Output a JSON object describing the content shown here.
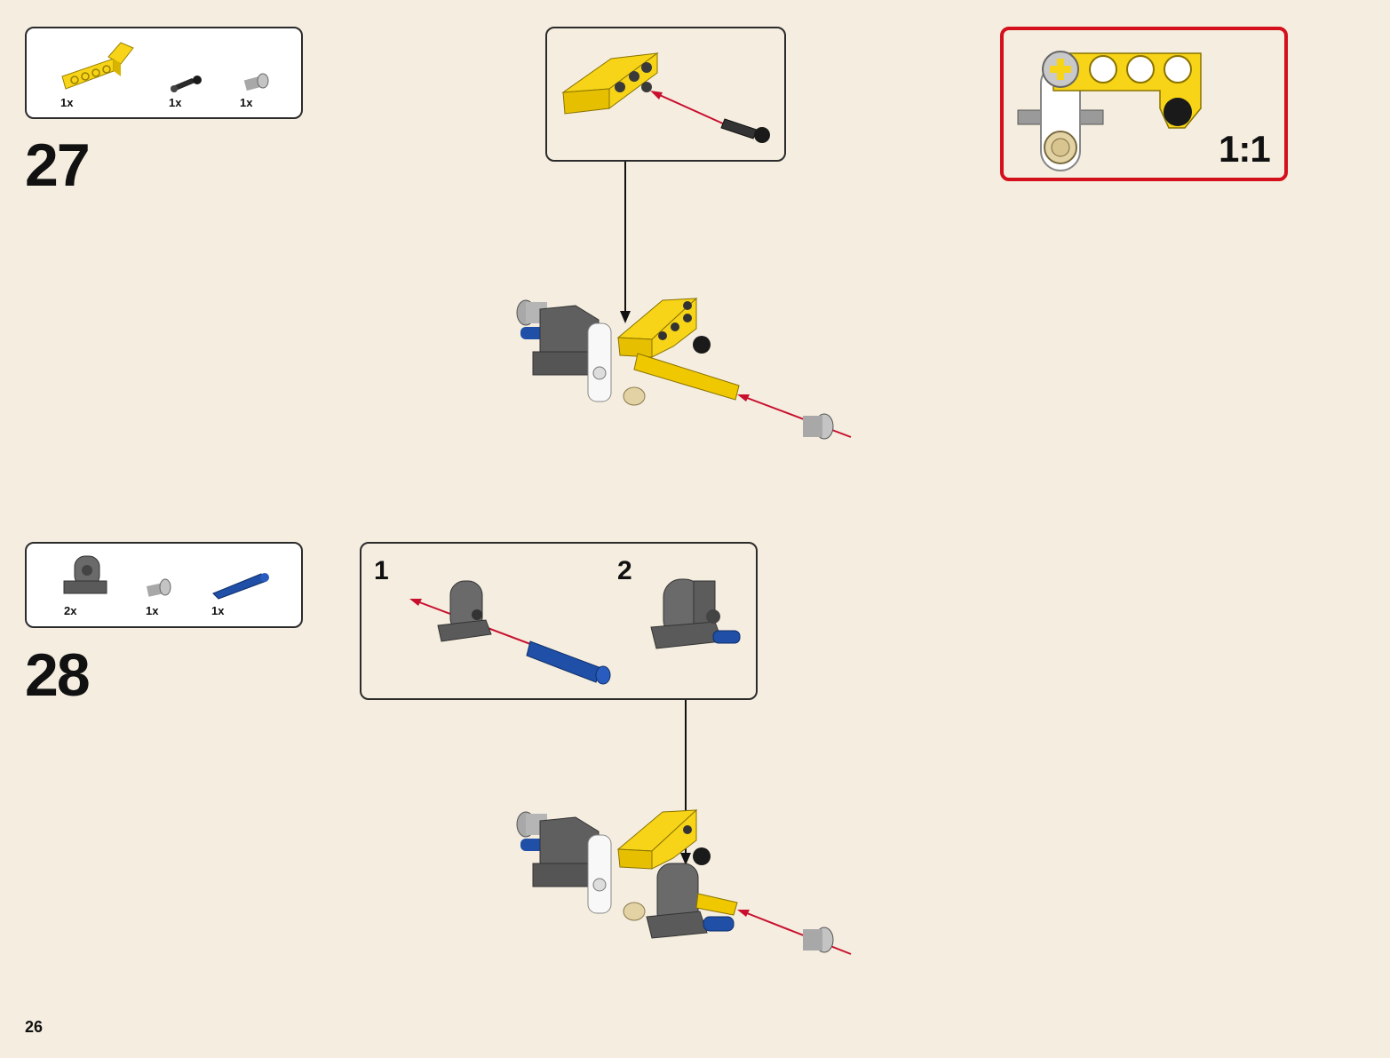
{
  "page_number": "26",
  "colors": {
    "background": "#f5eee0",
    "yellow": "#f7d417",
    "dark_gray": "#5f5f5f",
    "light_gray": "#a8a8a8",
    "blue": "#1f4fa6",
    "tan": "#e3d2a4",
    "black": "#1a1a1a",
    "arrow_red": "#c8102e",
    "scale_border": "#d3101b"
  },
  "step27": {
    "number": "27",
    "parts": [
      {
        "name": "yellow-l-beam",
        "qty": "1x"
      },
      {
        "name": "black-friction-pin",
        "qty": "1x"
      },
      {
        "name": "gray-bush",
        "qty": "1x"
      }
    ]
  },
  "step28": {
    "number": "28",
    "parts": [
      {
        "name": "dark-gray-pin-connector-block",
        "qty": "2x"
      },
      {
        "name": "gray-bush",
        "qty": "1x"
      },
      {
        "name": "blue-long-pin",
        "qty": "1x"
      }
    ],
    "substeps": [
      "1",
      "2"
    ]
  },
  "scale_callout": {
    "label": "1:1"
  }
}
